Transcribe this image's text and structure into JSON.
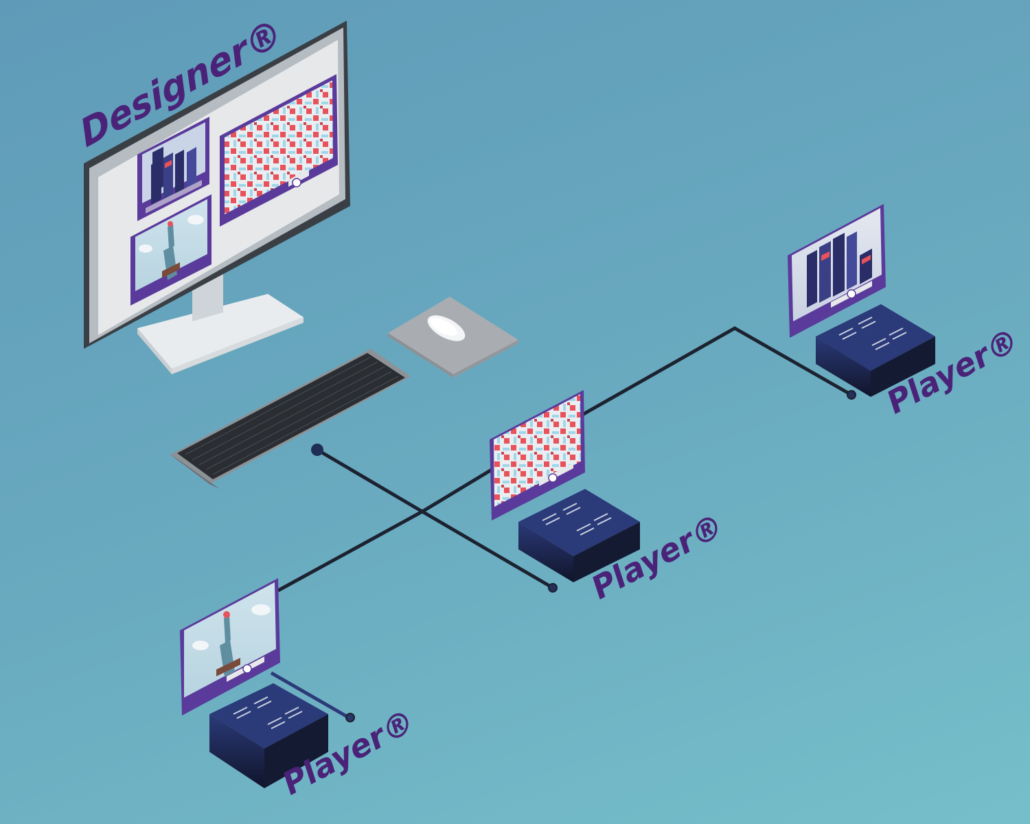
{
  "designer": {
    "label": "Designer®"
  },
  "players": [
    {
      "label": "Player®"
    },
    {
      "label": "Player®"
    },
    {
      "label": "Player®"
    }
  ],
  "colors": {
    "background_top": "#5f9bb8",
    "background_bottom": "#76bfca",
    "brand_purple": "#4a2378",
    "frame_purple": "#5a3a9a",
    "maze_red": "#e8525a",
    "maze_blue": "#9fd6e8",
    "server_dark": "#1a2140",
    "cable_dark": "#1c2230"
  },
  "icons": [
    "desktop-monitor-icon",
    "keyboard-icon",
    "mouse-icon",
    "mouse-pad-icon",
    "media-server-icon",
    "display-screen-icon"
  ]
}
